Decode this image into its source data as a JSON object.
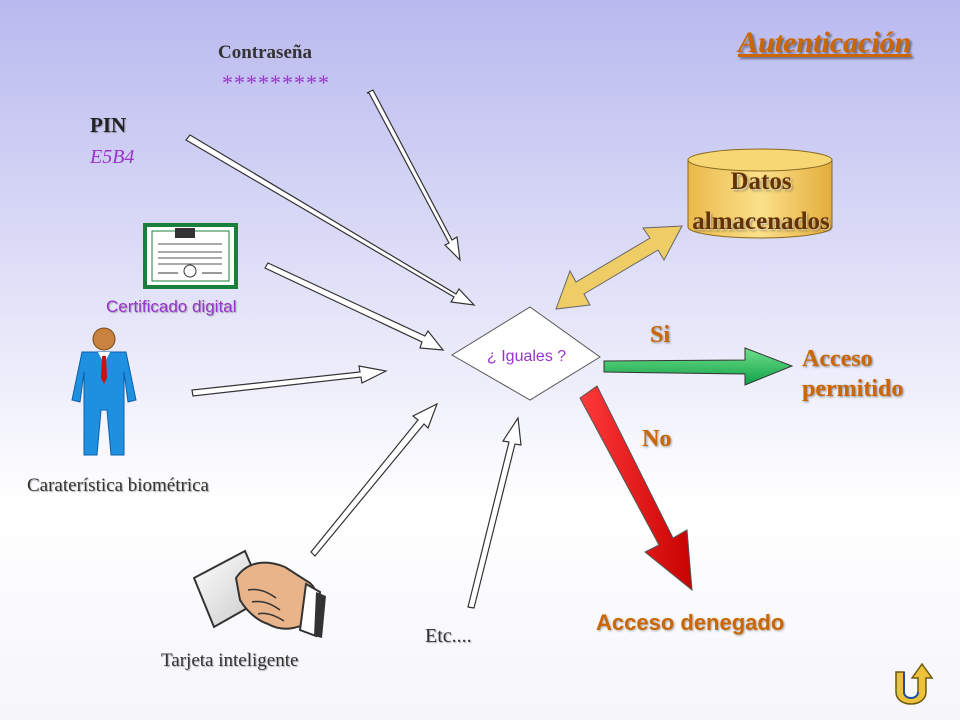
{
  "title": "Autenticación",
  "inputs": {
    "contrasena_label": "Contraseña",
    "contrasena_value": "*********",
    "pin_label": "PIN",
    "pin_value": "E5B4",
    "certificado_label": "Certificado digital",
    "biometrica_label": "Caraterística biométrica",
    "tarjeta_label": "Tarjeta inteligente",
    "etc_label": "Etc...."
  },
  "compare": {
    "label": "¿ Iguales ?"
  },
  "storage": {
    "line1": "Datos",
    "line2": "almacenados"
  },
  "outcomes": {
    "yes_label": "Si",
    "no_label": "No",
    "granted_line1": "Acceso",
    "granted_line2": "permitido",
    "denied": "Acceso denegado"
  },
  "icons": {
    "certificate": "certificate-icon",
    "person": "person-icon",
    "smart_card_hand": "hand-card-icon",
    "return": "return-arrow-icon",
    "database": "database-icon"
  },
  "colors": {
    "title": "#cc6600",
    "accent_text": "#9933cc",
    "yes_arrow": "#33cc66",
    "no_arrow": "#ee1111",
    "sync_arrow": "#eecc66",
    "database": "#f5cf6a"
  }
}
